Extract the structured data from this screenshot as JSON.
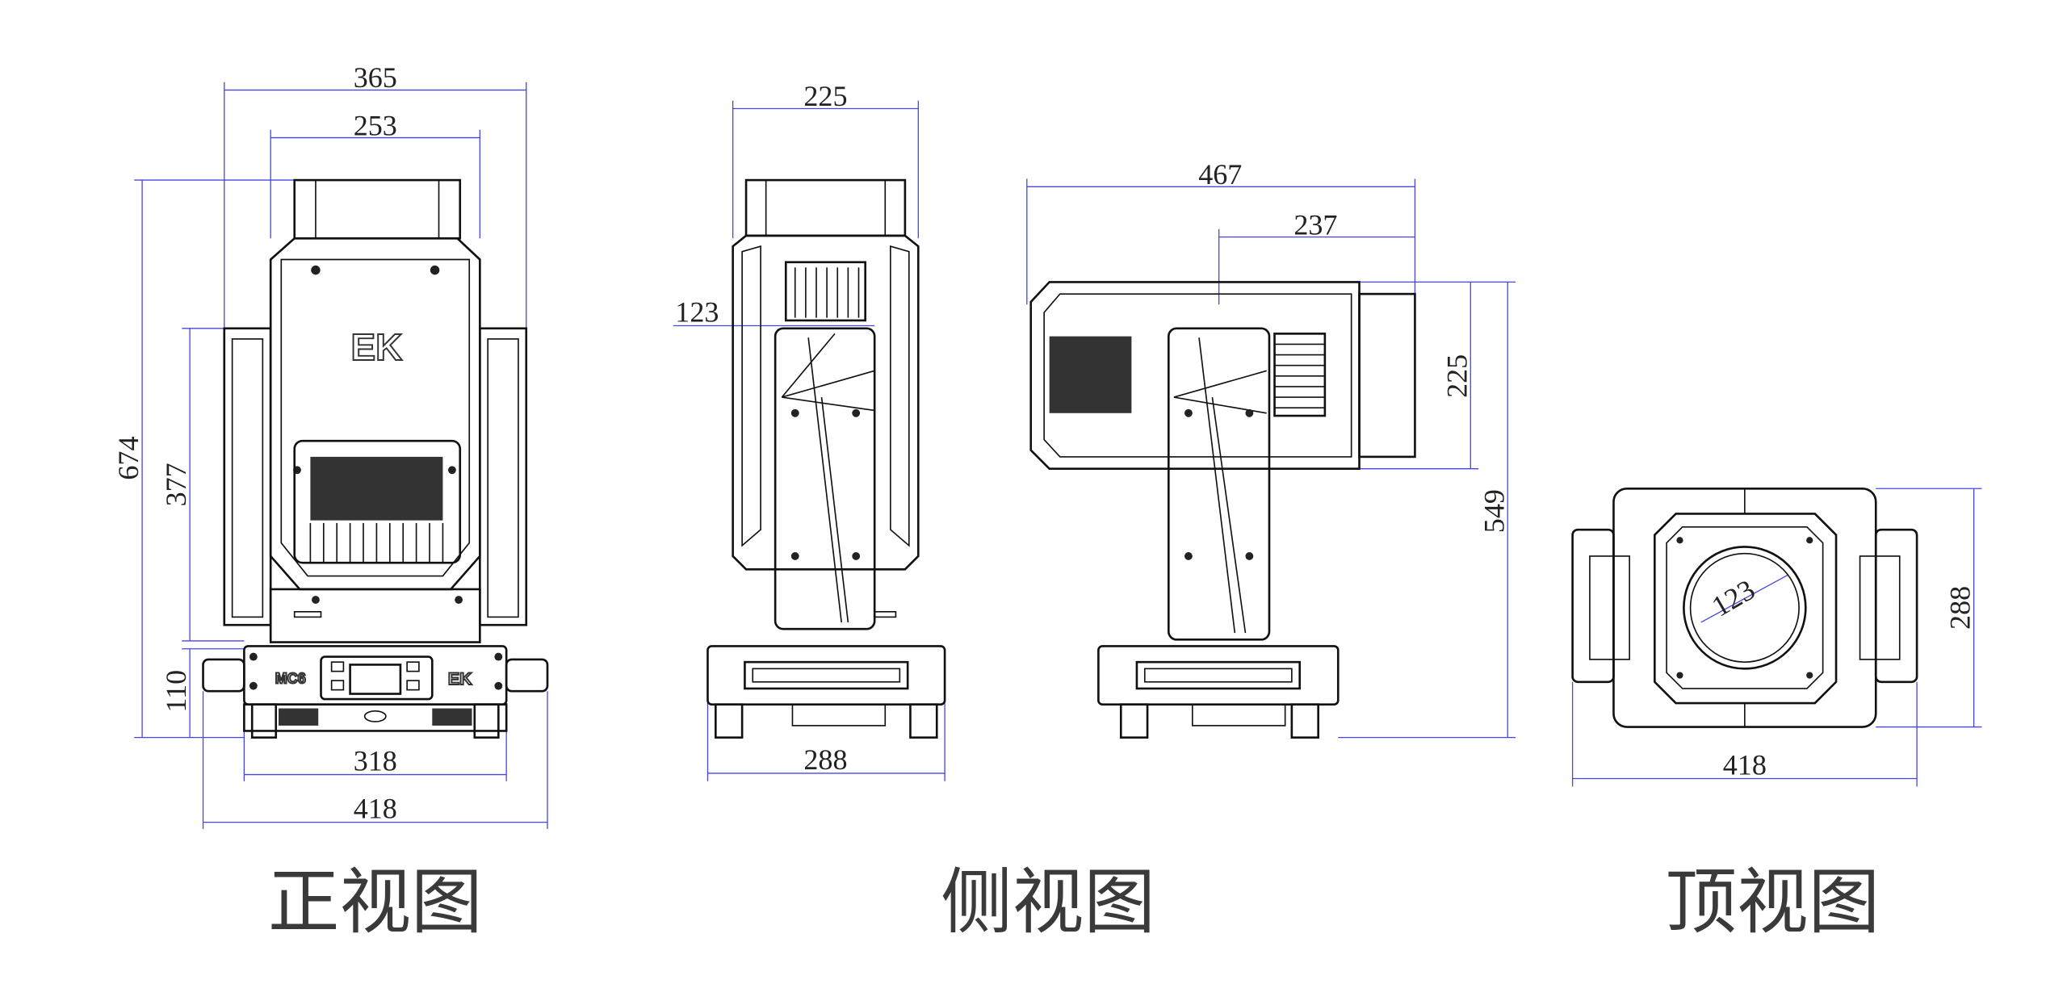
{
  "colors": {
    "dimension_line": "#4646e6",
    "drawing_line": "#111111",
    "caption": "#3a3a3a"
  },
  "front_view": {
    "caption": "正视图",
    "logo_text": "EK",
    "panel_label": "MC6",
    "base_logo": "EK",
    "dims": {
      "total_width": "365",
      "head_width": "253",
      "total_height": "674",
      "arm_height": "377",
      "base_height": "110",
      "base_width": "318",
      "handle_width": "418"
    }
  },
  "side_view": {
    "caption": "侧视图",
    "dims": {
      "top_width": "225",
      "lens_offset": "123",
      "base_width": "288",
      "head_length": "467",
      "lens_length": "237",
      "head_height": "225",
      "total_height": "549"
    }
  },
  "top_view": {
    "caption": "顶视图",
    "dims": {
      "lens_diameter": "123",
      "depth": "288",
      "width": "418"
    }
  }
}
